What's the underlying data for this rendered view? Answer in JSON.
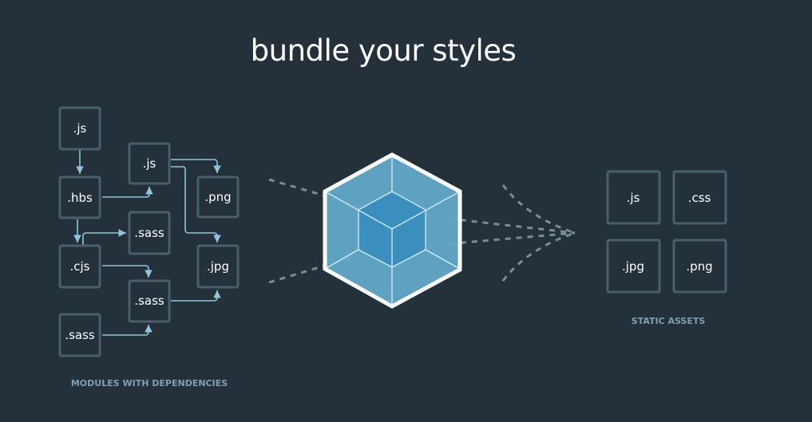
{
  "title": "bundle your styles",
  "modules": {
    "caption": "MODULES WITH DEPENDENCIES",
    "items": [
      ".js",
      ".hbs",
      ".cjs",
      ".sass",
      ".js",
      ".sass",
      ".sass",
      ".png",
      ".jpg"
    ]
  },
  "assets": {
    "caption": "STATIC ASSETS",
    "items": [
      ".js",
      ".css",
      ".jpg",
      ".png"
    ]
  }
}
